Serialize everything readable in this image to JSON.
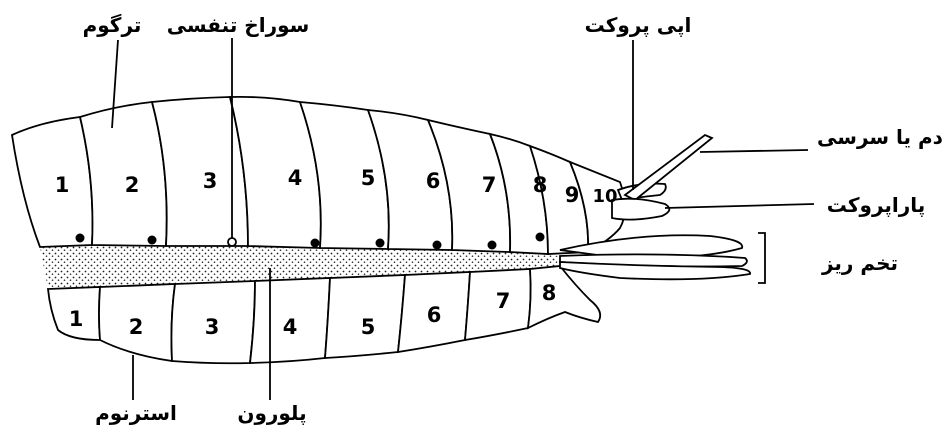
{
  "labels": {
    "tergum": "ترگوم",
    "spiracle": "سوراخ تنفسی",
    "epiproct": "اپی پروکت",
    "cercus": "دم یا سرسی",
    "paraproct": "پاراپروکت",
    "ovipositor": "تخم ریز",
    "sternum": "استرنوم",
    "pleuron": "پلورون"
  },
  "tergite_numbers": [
    "1",
    "2",
    "3",
    "4",
    "5",
    "6",
    "7",
    "8",
    "9",
    "10"
  ],
  "sternite_numbers": [
    "1",
    "2",
    "3",
    "4",
    "5",
    "6",
    "7",
    "8"
  ]
}
